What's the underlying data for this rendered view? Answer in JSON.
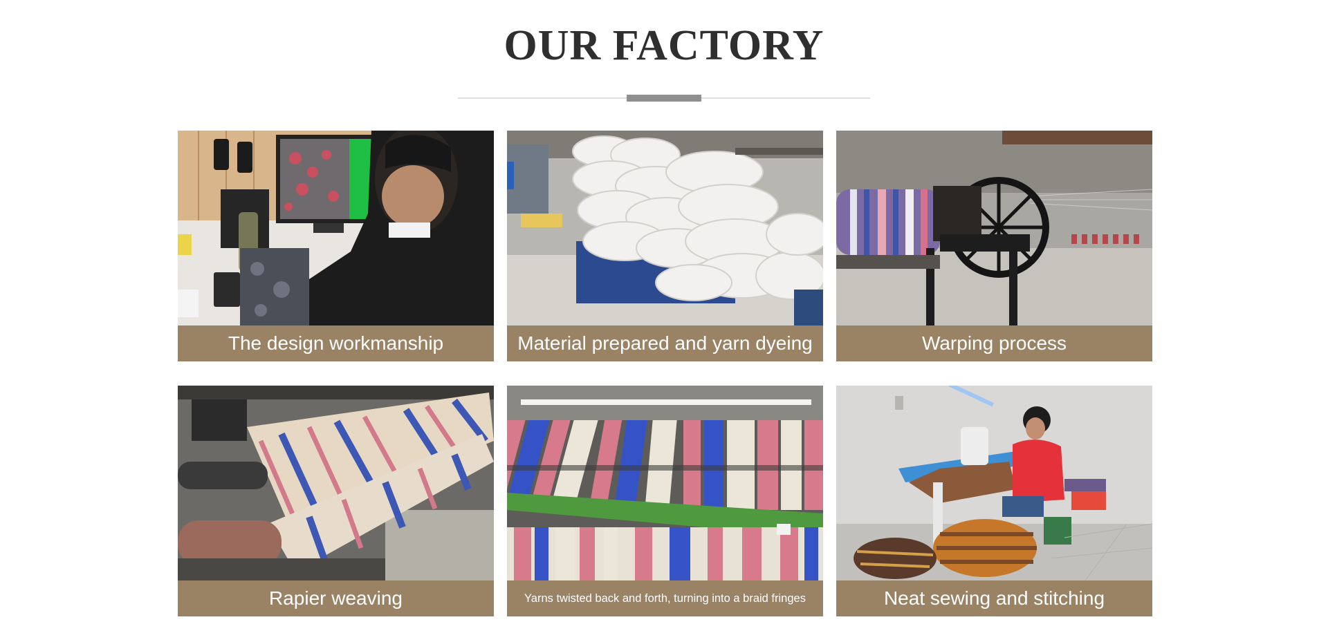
{
  "section": {
    "title": "OUR FACTORY"
  },
  "cards": [
    {
      "caption": "The design workmanship",
      "icon": "design-photo"
    },
    {
      "caption": "Material prepared and yarn dyeing",
      "icon": "yarn-bags-photo"
    },
    {
      "caption": "Warping process",
      "icon": "warping-machine-photo"
    },
    {
      "caption": "Rapier weaving",
      "icon": "loom-photo"
    },
    {
      "caption": "Yarns twisted back and forth, turning into a braid fringes",
      "icon": "fringe-photo"
    },
    {
      "caption": "Neat sewing and stitching",
      "icon": "sewing-photo"
    }
  ],
  "colors": {
    "caption_bg": "#9a8265",
    "title": "#2f2f2f",
    "divider": "#dedede",
    "divider_accent": "#8f8f8f"
  }
}
